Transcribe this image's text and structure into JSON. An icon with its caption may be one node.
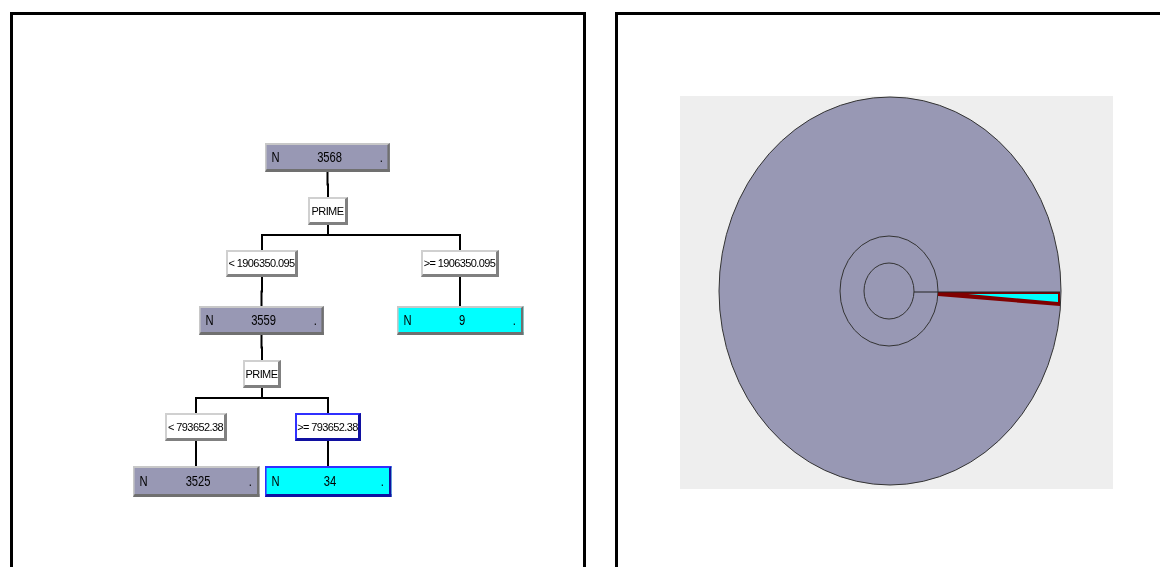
{
  "diagram": {
    "nodes": [
      {
        "text": [
          "N",
          "3568",
          "."
        ]
      },
      {
        "text": [
          "PRIME"
        ]
      },
      {
        "text": [
          "< 1906350.095"
        ]
      },
      {
        "text": [
          ">= 1906350.095"
        ]
      },
      {
        "text": [
          "N",
          "3559",
          "."
        ]
      },
      {
        "text": [
          "N",
          "9",
          "."
        ]
      },
      {
        "text": [
          "PRIME"
        ]
      },
      {
        "text": [
          "< 793652.38"
        ]
      },
      {
        "text": [
          ">= 793652.38"
        ]
      },
      {
        "text": [
          "N",
          "3525",
          "."
        ]
      },
      {
        "text": [
          "N",
          "34",
          "."
        ]
      }
    ],
    "edges": [
      {
        "from": 0,
        "to": 1,
        "arrow": "none"
      },
      {
        "from": 1,
        "to": 2,
        "arrow": "none"
      },
      {
        "from": 1,
        "to": 3,
        "arrow": "none"
      },
      {
        "from": 2,
        "to": 4,
        "arrow": "none"
      },
      {
        "from": 3,
        "to": 5,
        "arrow": "none"
      },
      {
        "from": 4,
        "to": 6,
        "arrow": "none"
      },
      {
        "from": 6,
        "to": 7,
        "arrow": "none"
      },
      {
        "from": 6,
        "to": 8,
        "arrow": "none"
      },
      {
        "from": 7,
        "to": 9,
        "arrow": "none"
      },
      {
        "from": 8,
        "to": 10,
        "arrow": "none"
      }
    ]
  }
}
